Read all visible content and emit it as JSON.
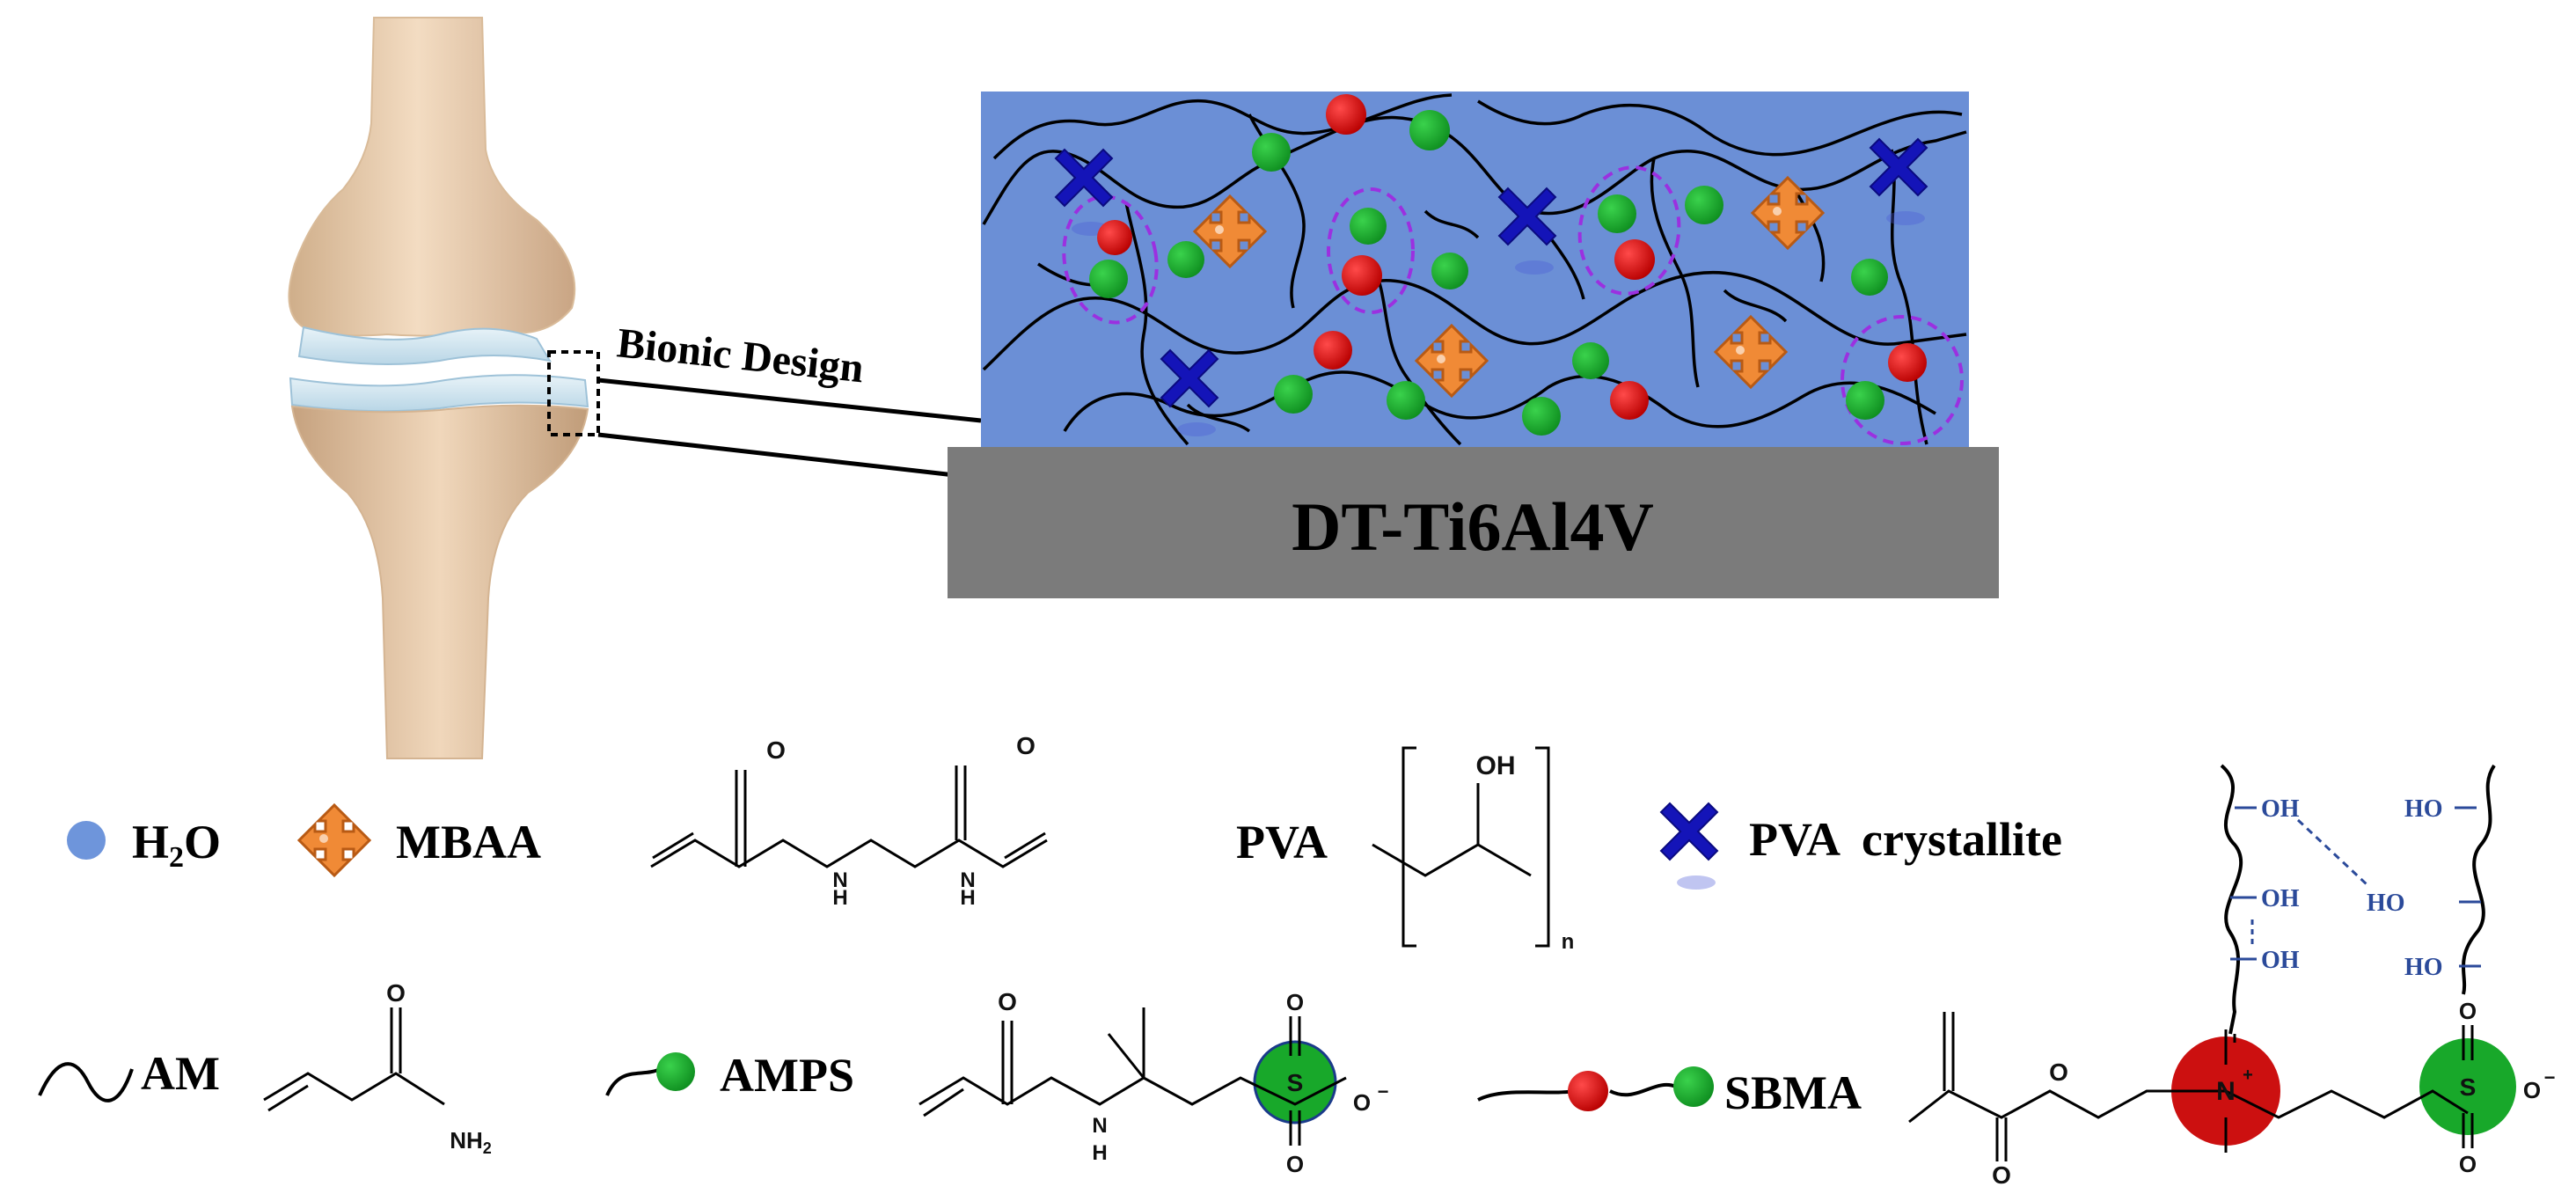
{
  "callout": {
    "text": "Bionic Design"
  },
  "substrate": {
    "label": "DT-Ti6Al4V"
  },
  "legend": {
    "water": {
      "label_main": "H",
      "label_sub": "2",
      "label_end": "O"
    },
    "mbaa": {
      "label": "MBAA",
      "atoms": {
        "o1": "O",
        "o2": "O",
        "nh1": "H",
        "nh1_n": "N",
        "nh2": "H",
        "nh2_n": "N"
      }
    },
    "pva": {
      "label": "PVA",
      "atoms": {
        "oh": "OH",
        "n": "n"
      }
    },
    "pva_crystallite": {
      "label": "PVA  crystallite"
    },
    "hbond": {
      "oh_a": "OH",
      "oh_b": "OH",
      "oh_c": "OH",
      "ho_a": "HO",
      "ho_b": "HO",
      "ho_c": "HO"
    },
    "am": {
      "label": "AM",
      "atoms": {
        "o": "O",
        "nh2_main": "NH",
        "nh2_sub": "2"
      }
    },
    "amps": {
      "label": "AMPS",
      "atoms": {
        "o": "O",
        "n": "N",
        "h": "H",
        "s": "S",
        "so_top": "O",
        "so_bot": "O",
        "o_minus": "O"
      }
    },
    "sbma": {
      "label": "SBMA",
      "atoms": {
        "o1": "O",
        "o2": "O",
        "n": "N",
        "s": "S",
        "so_top": "O",
        "so_bot": "O",
        "o_minus": "O"
      }
    }
  },
  "colors": {
    "hydrogel": "#6b8fd6",
    "substrate": "#7b7b7b",
    "bone": "#e6c9a8",
    "cartilage": "#cfe3ee",
    "water": "#6e95db",
    "mbaa": "#f08a36",
    "crystallite": "#1414b8",
    "anion_group": "#18a82a",
    "cation_group": "#cc1010",
    "ion_pair_ring": "#9b30e0"
  }
}
